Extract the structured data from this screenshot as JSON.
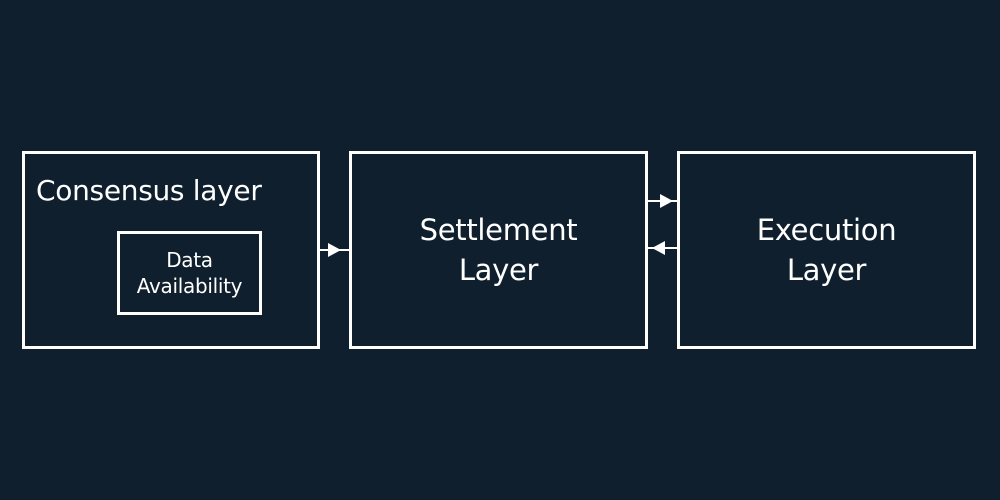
{
  "colors": {
    "background": "#0f1f2d",
    "foreground": "#ffffff"
  },
  "consensus": {
    "title": "Consensus layer",
    "inner_line1": "Data",
    "inner_line2": "Availability"
  },
  "settlement": {
    "line1": "Settlement",
    "line2": "Layer"
  },
  "execution": {
    "line1": "Execution",
    "line2": "Layer"
  }
}
